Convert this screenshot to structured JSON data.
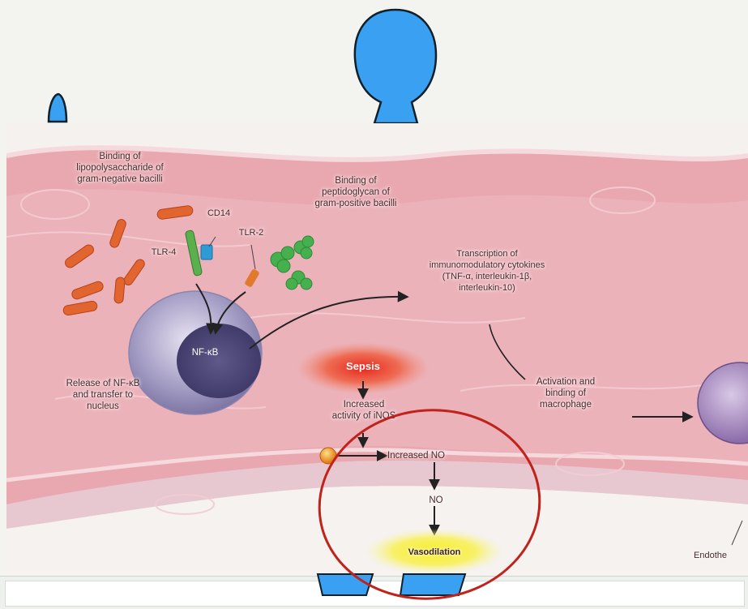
{
  "labels": {
    "binding_lps": "Binding of\nlipopolysaccharide of\ngram-negative bacilli",
    "binding_pg": "Binding of\npeptidoglycan of\ngram-positive bacilli",
    "cd14": "CD14",
    "tlr4": "TLR-4",
    "tlr2": "TLR-2",
    "nfkb": "NF-κB",
    "transcription": "Transcription of\nimmunomodulatory cytokines\n(TNF-α, interleukin-1β,\ninterleukin-10)",
    "release": "Release of NF-κB\nand transfer to\nnucleus",
    "sepsis": "Sepsis",
    "increased_activity": "Increased\nactivity of iNOS",
    "activation": "Activation and\nbinding of\nmacrophage",
    "increased_no": "Increased NO",
    "no": "NO",
    "vasodilation": "Vasodilation",
    "endothelium": "Endothe"
  },
  "colors": {
    "person_fill": "#3aa0f2",
    "annotation_circle": "#c0231c",
    "tissue": "#e8a6ad",
    "sepsis_glow": "#e8241a",
    "vasodilation_glow": "#f7ee1a"
  }
}
